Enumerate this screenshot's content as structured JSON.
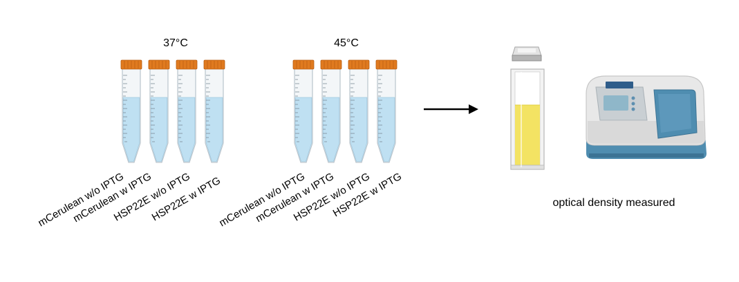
{
  "groups": [
    {
      "temperature": "37°C",
      "tubes": [
        "mCerulean w/o IPTG",
        "mCerulean w IPTG",
        "HSP22E w/o IPTG",
        "HSP22E w IPTG"
      ]
    },
    {
      "temperature": "45°C",
      "tubes": [
        "mCerulean w/o IPTG",
        "mCerulean w IPTG",
        "HSP22E w/o IPTG",
        "HSP22E w IPTG"
      ]
    }
  ],
  "measurement_label": "optical density measured",
  "colors": {
    "tube_cap": "#e07a1f",
    "tube_liquid": "#bfe0f2",
    "cuvette_liquid": "#f3e363",
    "instrument_body": "#e8e8e8",
    "instrument_base": "#4f8db0",
    "arrow": "#000000"
  },
  "icons": [
    "centrifuge-tube-icon",
    "right-arrow-icon",
    "cuvette-icon",
    "cuvette-cap-icon",
    "spectrophotometer-icon"
  ]
}
